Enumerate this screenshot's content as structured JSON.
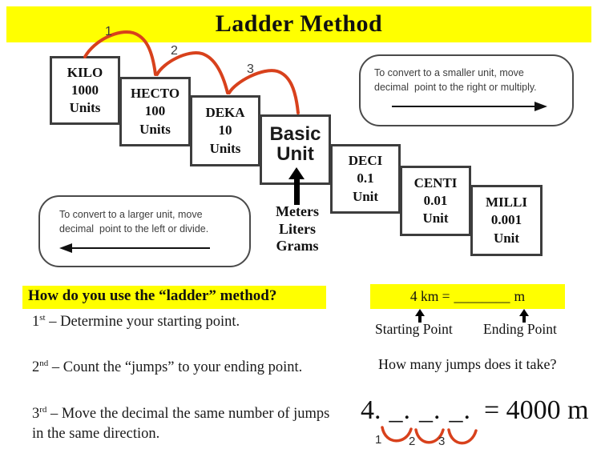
{
  "title": "Ladder Method",
  "ladder": {
    "jump_labels": [
      "1",
      "2",
      "3"
    ],
    "steps": [
      {
        "name": "KILO",
        "value": "1000",
        "unit": "Units"
      },
      {
        "name": "HECTO",
        "value": "100",
        "unit": "Units"
      },
      {
        "name": "DEKA",
        "value": "10",
        "unit": "Units"
      },
      {
        "name": "DECI",
        "value": "0.1",
        "unit": "Unit"
      },
      {
        "name": "CENTI",
        "value": "0.01",
        "unit": "Unit"
      },
      {
        "name": "MILLI",
        "value": "0.001",
        "unit": "Unit"
      }
    ],
    "basic": {
      "line1": "Basic",
      "line2": "Unit"
    },
    "base_units": {
      "line1": "Meters",
      "line2": "Liters",
      "line3": "Grams"
    }
  },
  "callouts": {
    "smaller": {
      "line1": "To convert to a smaller unit, move",
      "line2": "decimal  point to the right or multiply."
    },
    "larger": {
      "line1": "To convert to a larger unit, move",
      "line2": "decimal  point to the left or divide."
    }
  },
  "how_to": {
    "heading": "How do you use the “ladder” method?",
    "step1": {
      "num": "1",
      "sup": "st",
      "text": " – Determine your starting point."
    },
    "step2": {
      "num": "2",
      "sup": "nd",
      "text": " – Count the “jumps” to your ending point."
    },
    "step3": {
      "num": "3",
      "sup": "rd",
      "text": " – Move the decimal the same number of jumps in the same direction."
    }
  },
  "example": {
    "prefix": "4 km =",
    "blank": "________",
    "suffix": "m",
    "starting_label": "Starting Point",
    "ending_label": "Ending Point",
    "question": "How many jumps does it take?",
    "answer_start": "4.",
    "blank1": "_.",
    "blank2": "_.",
    "blank3": "_.",
    "answer_result": "= 4000 m",
    "jump_numbers": [
      "1",
      "2",
      "3"
    ]
  },
  "colors": {
    "highlight": "#FFFF00",
    "arc_red": "#D8411C"
  }
}
